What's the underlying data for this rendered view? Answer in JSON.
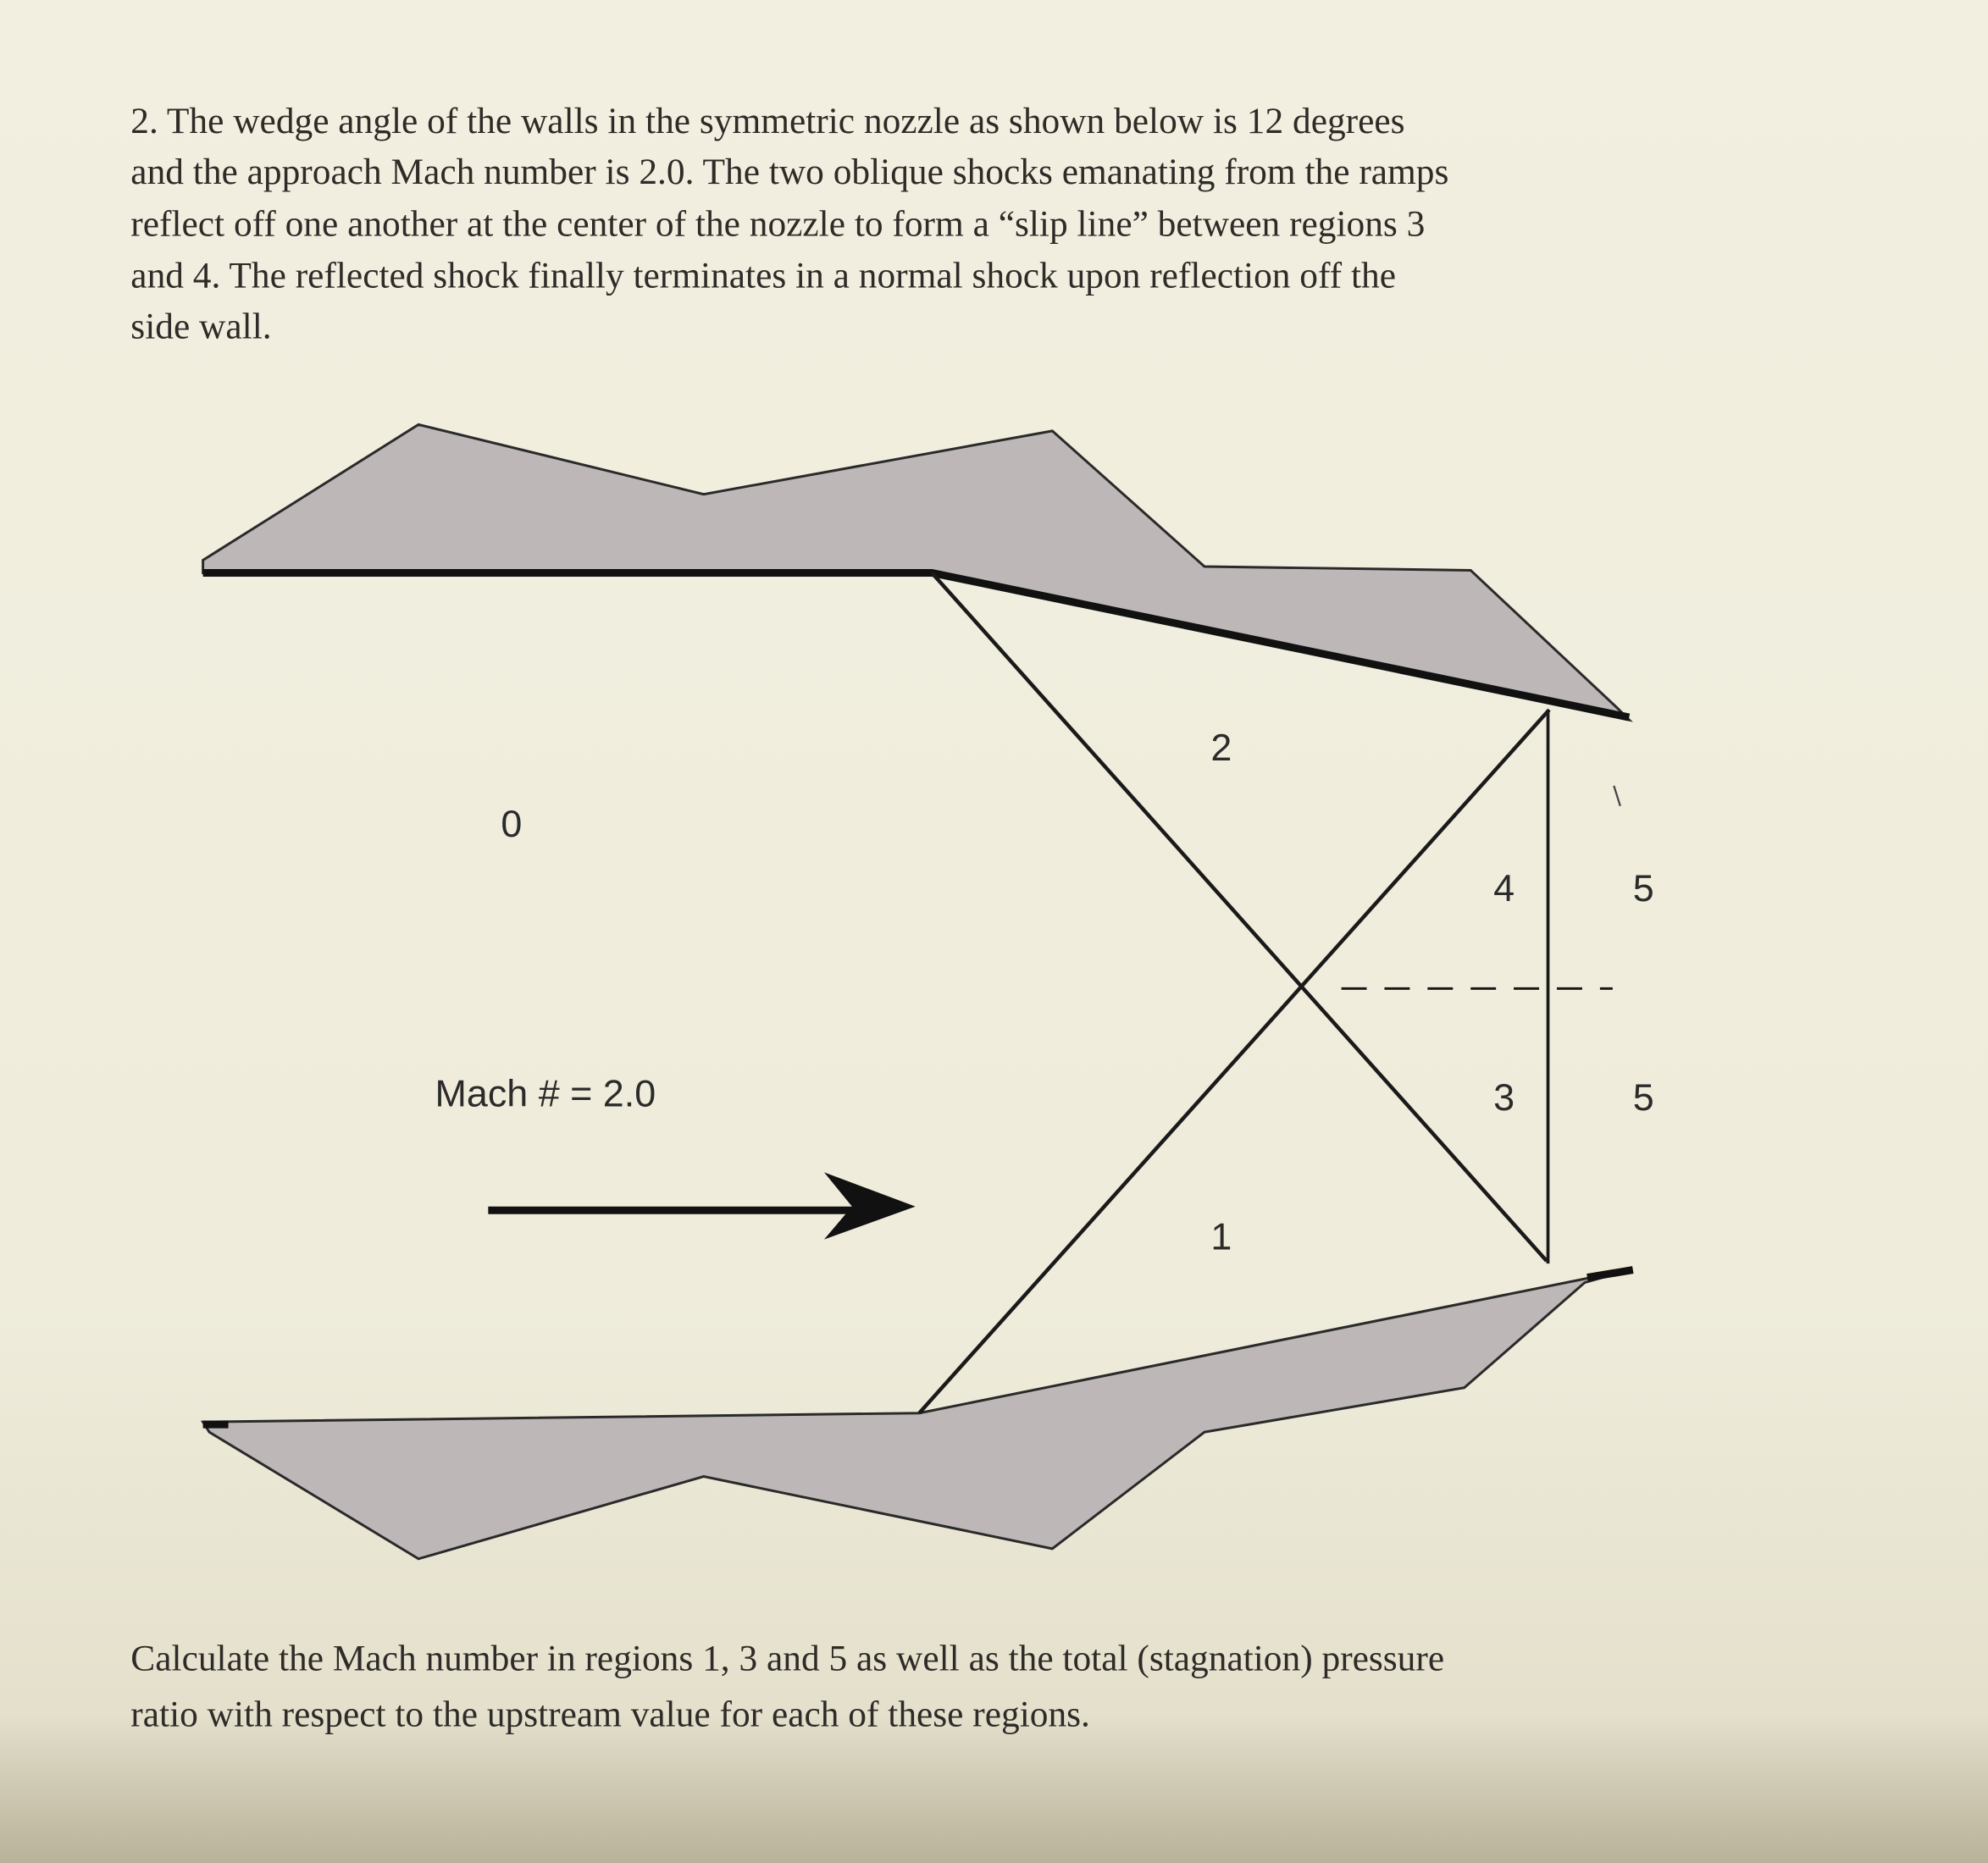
{
  "problem": {
    "intro_lines": [
      "2. The wedge angle of the walls in the symmetric nozzle as shown below is 12 degrees",
      "and the approach Mach number is 2.0. The two oblique shocks emanating from the ramps",
      "reflect off one another at the center of the nozzle to form a “slip line” between regions 3",
      "and 4. The reflected shock finally terminates in a normal shock upon reflection off the",
      "side wall."
    ],
    "question_lines": [
      "Calculate the Mach number in regions 1, 3 and 5 as well as the total (stagnation) pressure",
      "ratio with respect to the upstream value for each of these regions."
    ]
  },
  "diagram": {
    "region_labels": {
      "r0": "0",
      "r1": "1",
      "r2": "2",
      "r3": "3",
      "r4": "4",
      "r5_top": "5",
      "r5_bottom": "5"
    },
    "mach_label": "Mach # = 2.0",
    "wall_fill_color": "#bdb8b7",
    "line_color": "#1a1a1a"
  }
}
